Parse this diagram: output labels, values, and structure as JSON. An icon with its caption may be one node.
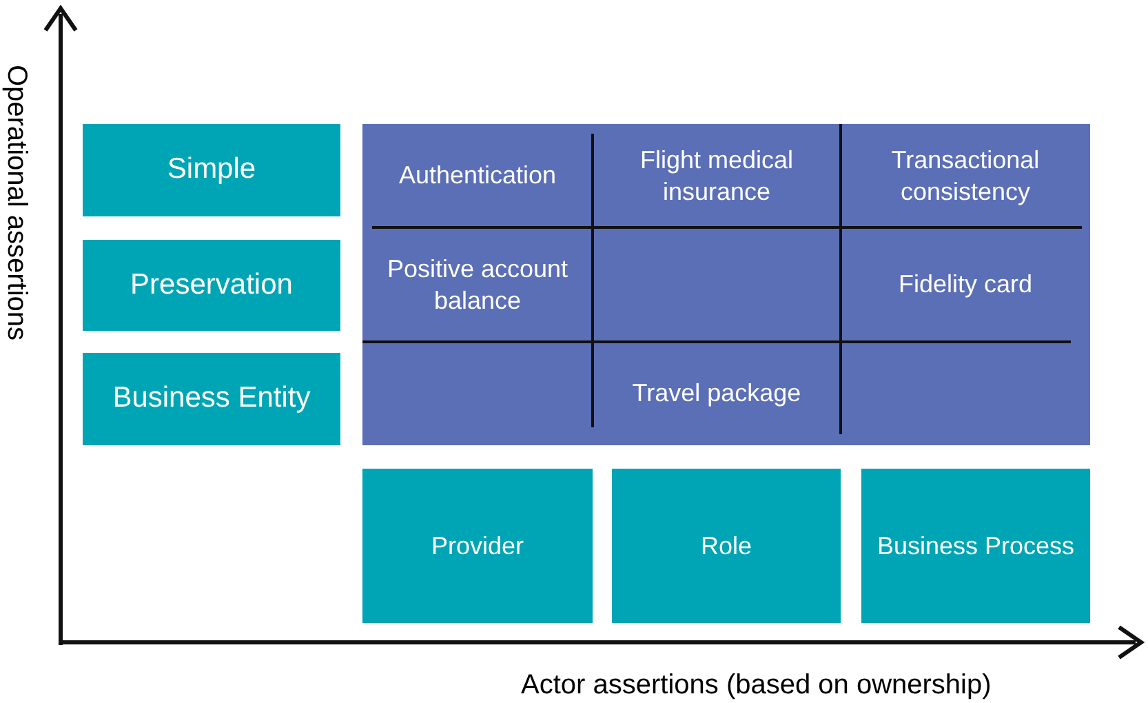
{
  "diagram": {
    "nodes": [
      {
        "text": [
          "Simple"
        ]
      },
      {
        "text": [
          "Preservation"
        ]
      },
      {
        "text": [
          "Business Entity"
        ]
      },
      {
        "text": [],
        "shape": "box"
      },
      {
        "text": [
          "Authentication"
        ],
        "in": 3
      },
      {
        "text": [
          "Flight medical insurance"
        ],
        "in": 3
      },
      {
        "text": [
          "Transactional consistency"
        ],
        "in": 3
      },
      {
        "text": [
          "Positive account balance"
        ],
        "in": 3
      },
      {
        "text": [
          "Fidelity card"
        ],
        "in": 3
      },
      {
        "text": [
          "Travel package"
        ],
        "in": 3
      },
      {
        "text": [
          "Provider"
        ]
      },
      {
        "text": [
          "Role"
        ]
      },
      {
        "text": [
          "Business Process"
        ]
      }
    ],
    "labels": [
      "Operational assertions",
      "Actor assertions (based on ownership)"
    ]
  }
}
